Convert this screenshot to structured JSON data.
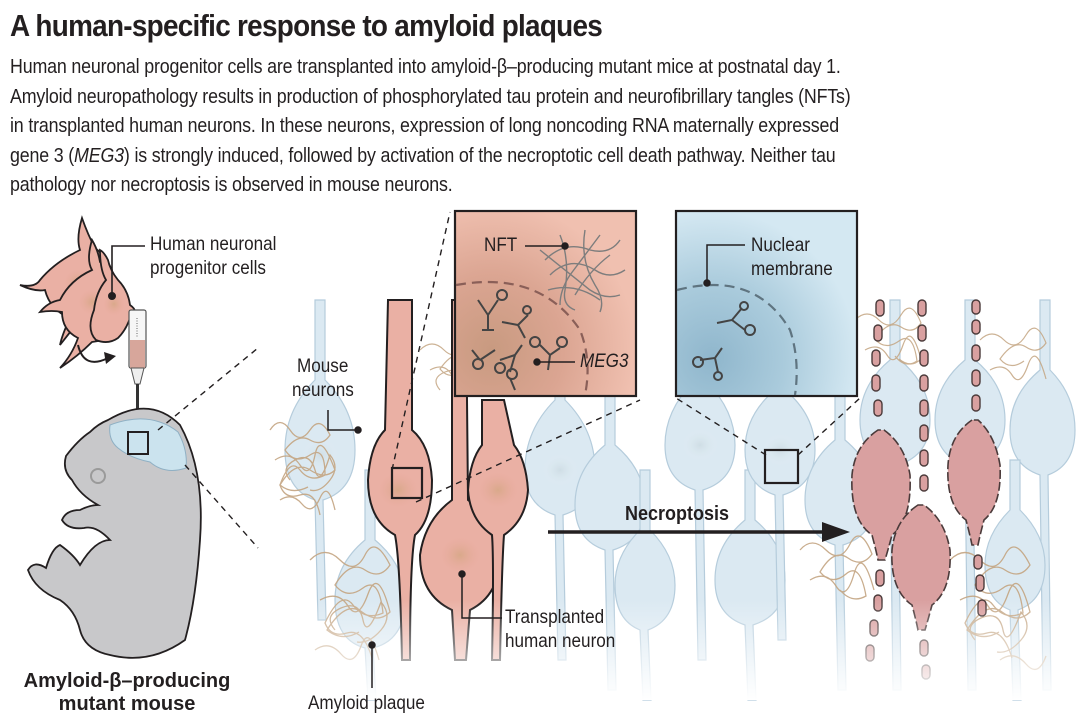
{
  "title": "A human-specific response to amyloid plaques",
  "caption": {
    "line1": "Human neuronal progenitor cells are transplanted into amyloid-β–producing mutant mice at postnatal day 1.",
    "line2": "Amyloid neuropathology results in production of phosphorylated tau protein and neurofibrillary tangles (NFTs)",
    "line3": "in transplanted human neurons. In these neurons, expression of long noncoding RNA maternally expressed",
    "line4_pre": "gene 3 (",
    "line4_ital": "MEG3",
    "line4_post": ") is strongly induced, followed by activation of the necroptotic cell death pathway. Neither tau",
    "line5": "pathology nor necroptosis is observed in mouse neurons."
  },
  "labels": {
    "progenitor_line1": "Human neuronal",
    "progenitor_line2": "progenitor cells",
    "mouse_line1": "Amyloid-β–producing",
    "mouse_line2": "mutant mouse",
    "mouse_neurons_line1": "Mouse",
    "mouse_neurons_line2": "neurons",
    "nft": "NFT",
    "meg3": "MEG3",
    "nuclear_line1": "Nuclear",
    "nuclear_line2": "membrane",
    "necroptosis": "Necroptosis",
    "transplanted_line1": "Transplanted",
    "transplanted_line2": "human neuron",
    "amyloid_plaque": "Amyloid plaque"
  },
  "colors": {
    "human_cell": "#e8a99c",
    "mouse_cell": "#cfe2ee",
    "plaque": "#c4a582",
    "mouse_body": "#c8c8ca",
    "inset_human_bg": "#e3a896",
    "inset_mouse_bg": "#b8d6e6",
    "dead_cell": "#d9999b",
    "text": "#231f20"
  }
}
